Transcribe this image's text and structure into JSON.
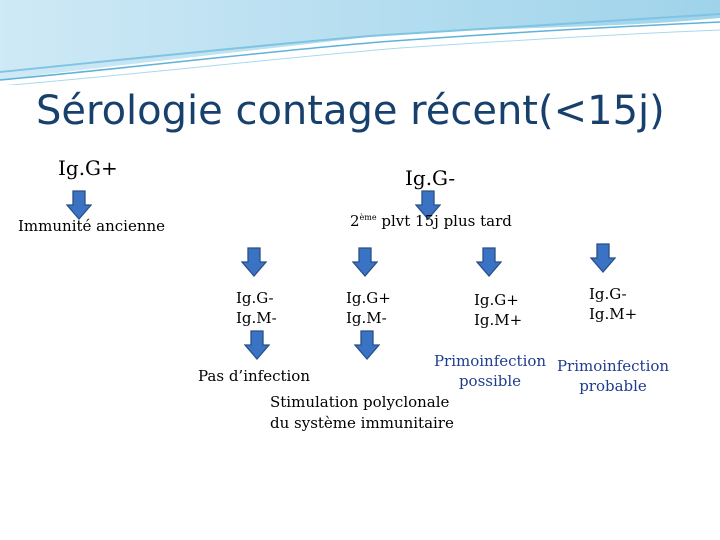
{
  "title": "Sérologie contage récent(<15j)",
  "left_branch": {
    "label": "Ig.G+",
    "outcome": "Immunité ancienne"
  },
  "right_branch": {
    "label": "Ig.G-",
    "step_ordinal": "2",
    "step_suffix": "ème",
    "step_text": "plvt 15j plus tard"
  },
  "results": [
    {
      "line1": "Ig.G-",
      "line2": "Ig.M-"
    },
    {
      "line1": "Ig.G+",
      "line2": "Ig.M-"
    },
    {
      "line1": "Ig.G+",
      "line2": "Ig.M+"
    },
    {
      "line1": "Ig.G-",
      "line2": "Ig.M+"
    }
  ],
  "conclusions": {
    "no_infection": "Pas d’infection",
    "polyclonal_line1": "Stimulation polyclonale",
    "polyclonal_line2": "du système immunitaire",
    "possible_line1": "Primoinfection",
    "possible_line2": "possible",
    "probable_line1": "Primoinfection",
    "probable_line2": "probable"
  },
  "colors": {
    "title": "#17406d",
    "arrow_fill": "#3b73c4",
    "arrow_stroke": "#2a4f88",
    "conclusion_text": "#1f3d8f"
  }
}
